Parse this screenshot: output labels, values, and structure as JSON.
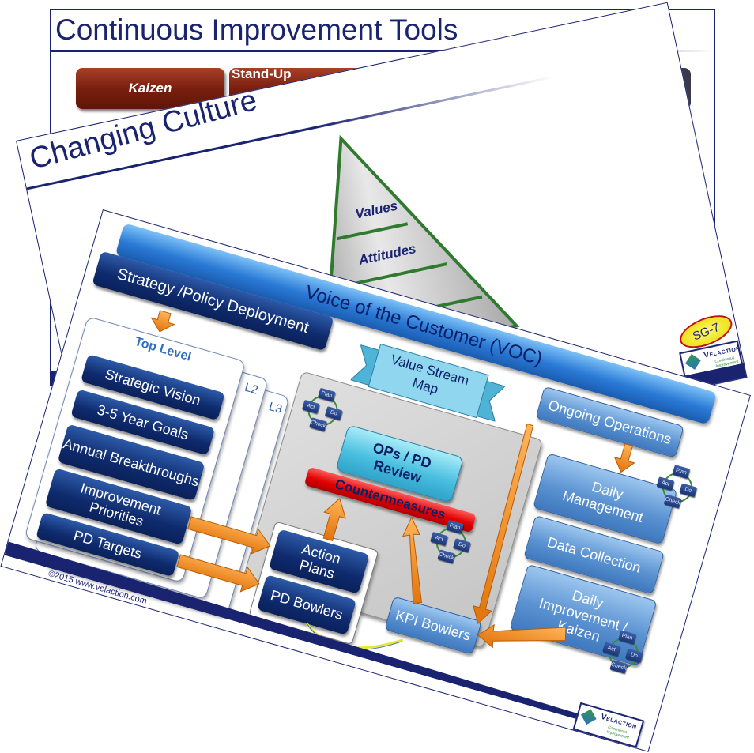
{
  "back": {
    "title": "Continuous Improvement Tools",
    "buttons": [
      "Kaizen",
      "Stand-Up"
    ]
  },
  "middle": {
    "title": "Changing Culture",
    "pyramid": [
      "Values",
      "Attitudes"
    ],
    "badge": "SG-7",
    "logo": {
      "name": "Velaction",
      "tagline": "Continuous Improvement"
    }
  },
  "front": {
    "voc": "Voice of the Customer (VOC)",
    "strategy": "Strategy /Policy Deployment",
    "top_level": "Top Level",
    "levels": [
      "L2",
      "L3"
    ],
    "left_items": [
      "Strategic Vision",
      "3-5 Year Goals",
      "Annual Breakthroughs",
      "Improvement Priorities",
      "PD Targets"
    ],
    "value_stream": "Value Stream Map",
    "ops_review": "OPs / PD Review",
    "countermeasures": "Countermeasures",
    "action_plans": "Action Plans",
    "pd_bowlers": "PD Bowlers",
    "kpi_bowlers": "KPI Bowlers",
    "right_items": [
      "Ongoing Operations",
      "Daily Management",
      "Data Collection",
      "Daily Improvement / Kaizen"
    ],
    "kaizen_word": "Kaizen",
    "pdca": {
      "plan": "Plan",
      "do": "Do",
      "check": "Check",
      "act": "Act"
    },
    "copyright": "©2015 www.velaction.com",
    "logo": {
      "name": "Velaction",
      "tagline": "Continuous Improvement"
    }
  },
  "colors": {
    "navy": "#0f2b6e",
    "orange": "#f0891c",
    "kaizen_red": "#7a1f0e",
    "countermeasure_red": "#e00000",
    "voc_blue": "#2a7ad6",
    "pyramid_green": "#2f7a2f"
  }
}
